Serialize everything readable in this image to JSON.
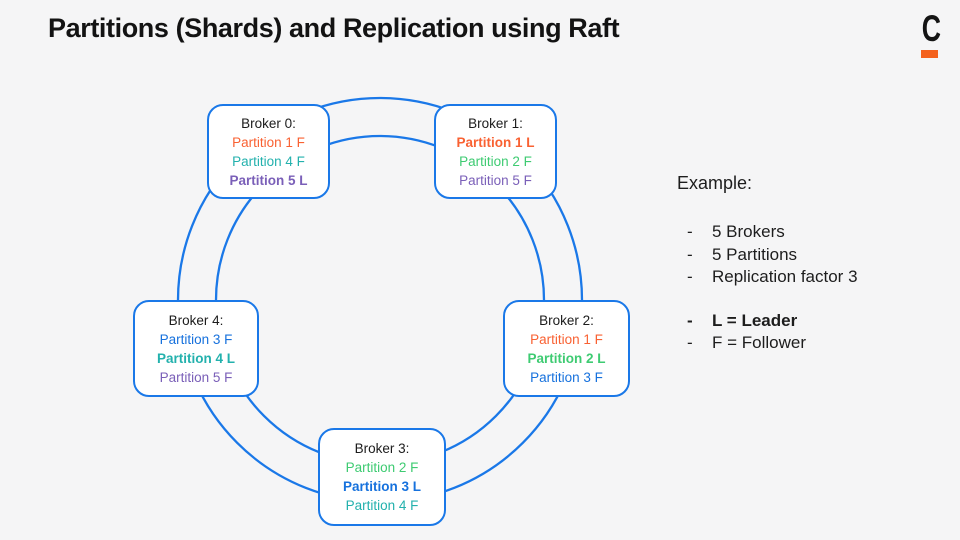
{
  "title": "Partitions (Shards) and Replication using Raft",
  "logo": {
    "letter": "C",
    "underline_color": "#f4611d"
  },
  "colors": {
    "accent": "#1a78e8",
    "partition1": "#f96132",
    "partition2": "#3ecb72",
    "partition3": "#1671dd",
    "partition4": "#23b1ad",
    "partition5": "#7a5fb8"
  },
  "brokers": [
    {
      "name": "Broker 0:",
      "partitions": [
        {
          "label": "Partition 1 F",
          "color": "partition1",
          "bold": false
        },
        {
          "label": "Partition 4 F",
          "color": "partition4",
          "bold": false
        },
        {
          "label": "Partition 5 L",
          "color": "partition5",
          "bold": true
        }
      ]
    },
    {
      "name": "Broker 1:",
      "partitions": [
        {
          "label": "Partition 1 L",
          "color": "partition1",
          "bold": true
        },
        {
          "label": "Partition 2 F",
          "color": "partition2",
          "bold": false
        },
        {
          "label": "Partition 5 F",
          "color": "partition5",
          "bold": false
        }
      ]
    },
    {
      "name": "Broker 2:",
      "partitions": [
        {
          "label": "Partition 1 F",
          "color": "partition1",
          "bold": false
        },
        {
          "label": "Partition 2 L",
          "color": "partition2",
          "bold": true
        },
        {
          "label": "Partition 3 F",
          "color": "partition3",
          "bold": false
        }
      ]
    },
    {
      "name": "Broker 3:",
      "partitions": [
        {
          "label": "Partition 2 F",
          "color": "partition2",
          "bold": false
        },
        {
          "label": "Partition 3 L",
          "color": "partition3",
          "bold": true
        },
        {
          "label": "Partition 4 F",
          "color": "partition4",
          "bold": false
        }
      ]
    },
    {
      "name": "Broker 4:",
      "partitions": [
        {
          "label": "Partition 3 F",
          "color": "partition3",
          "bold": false
        },
        {
          "label": "Partition 4 L",
          "color": "partition4",
          "bold": true
        },
        {
          "label": "Partition 5 F",
          "color": "partition5",
          "bold": false
        }
      ]
    }
  ],
  "example": {
    "heading": "Example:",
    "items": [
      {
        "dash": "-",
        "text": "5 Brokers",
        "bold": false
      },
      {
        "dash": "-",
        "text": "5 Partitions",
        "bold": false
      },
      {
        "dash": "-",
        "text": "Replication factor 3",
        "bold": false
      },
      {
        "spacer": true
      },
      {
        "dash": "-",
        "text": "L = Leader",
        "bold": true
      },
      {
        "dash": "-",
        "text": "F = Follower",
        "bold": false
      }
    ]
  }
}
